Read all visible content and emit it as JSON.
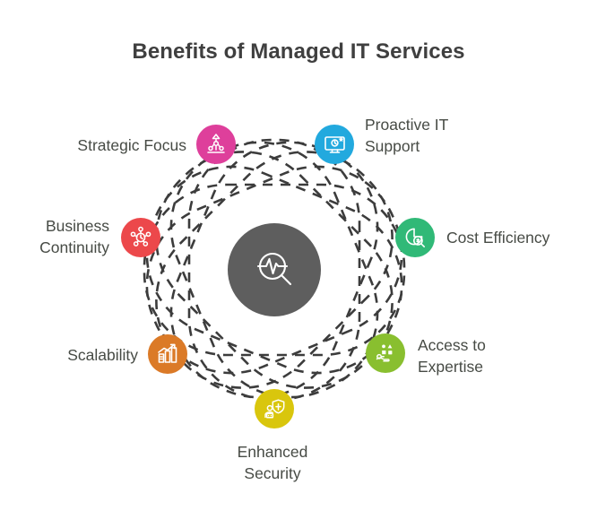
{
  "page": {
    "title": "Benefits of Managed IT Services",
    "background_color": "#ffffff",
    "title_color": "#3f3f3f",
    "label_color": "#474b45"
  },
  "center": {
    "icon": "pulse-magnifier-icon",
    "color": "#5e5e5e"
  },
  "orbits": {
    "style": "dashed",
    "color": "#3c3c3c",
    "count": 8
  },
  "benefits": [
    {
      "id": "strategic-focus",
      "label": "Strategic Focus",
      "color": "#DE3F9B",
      "icon": "strategy-pyramid-icon",
      "align": "left"
    },
    {
      "id": "proactive-it-support",
      "label": "Proactive IT\nSupport",
      "color": "#22A9DE",
      "icon": "monitor-support-icon",
      "align": "right"
    },
    {
      "id": "business-continuity",
      "label": "Business\nContinuity",
      "color": "#EC484B",
      "icon": "network-clock-icon",
      "align": "left"
    },
    {
      "id": "cost-efficiency",
      "label": "Cost Efficiency",
      "color": "#30B977",
      "icon": "coin-magnifier-icon",
      "align": "right"
    },
    {
      "id": "scalability",
      "label": "Scalability",
      "color": "#DB7A27",
      "icon": "growth-chart-icon",
      "align": "left"
    },
    {
      "id": "access-to-expertise",
      "label": "Access to\nExpertise",
      "color": "#89BF2F",
      "icon": "hand-shapes-icon",
      "align": "right"
    },
    {
      "id": "enhanced-security",
      "label": "Enhanced\nSecurity",
      "color": "#D9C60D",
      "icon": "shield-lock-icon",
      "align": "center"
    }
  ]
}
